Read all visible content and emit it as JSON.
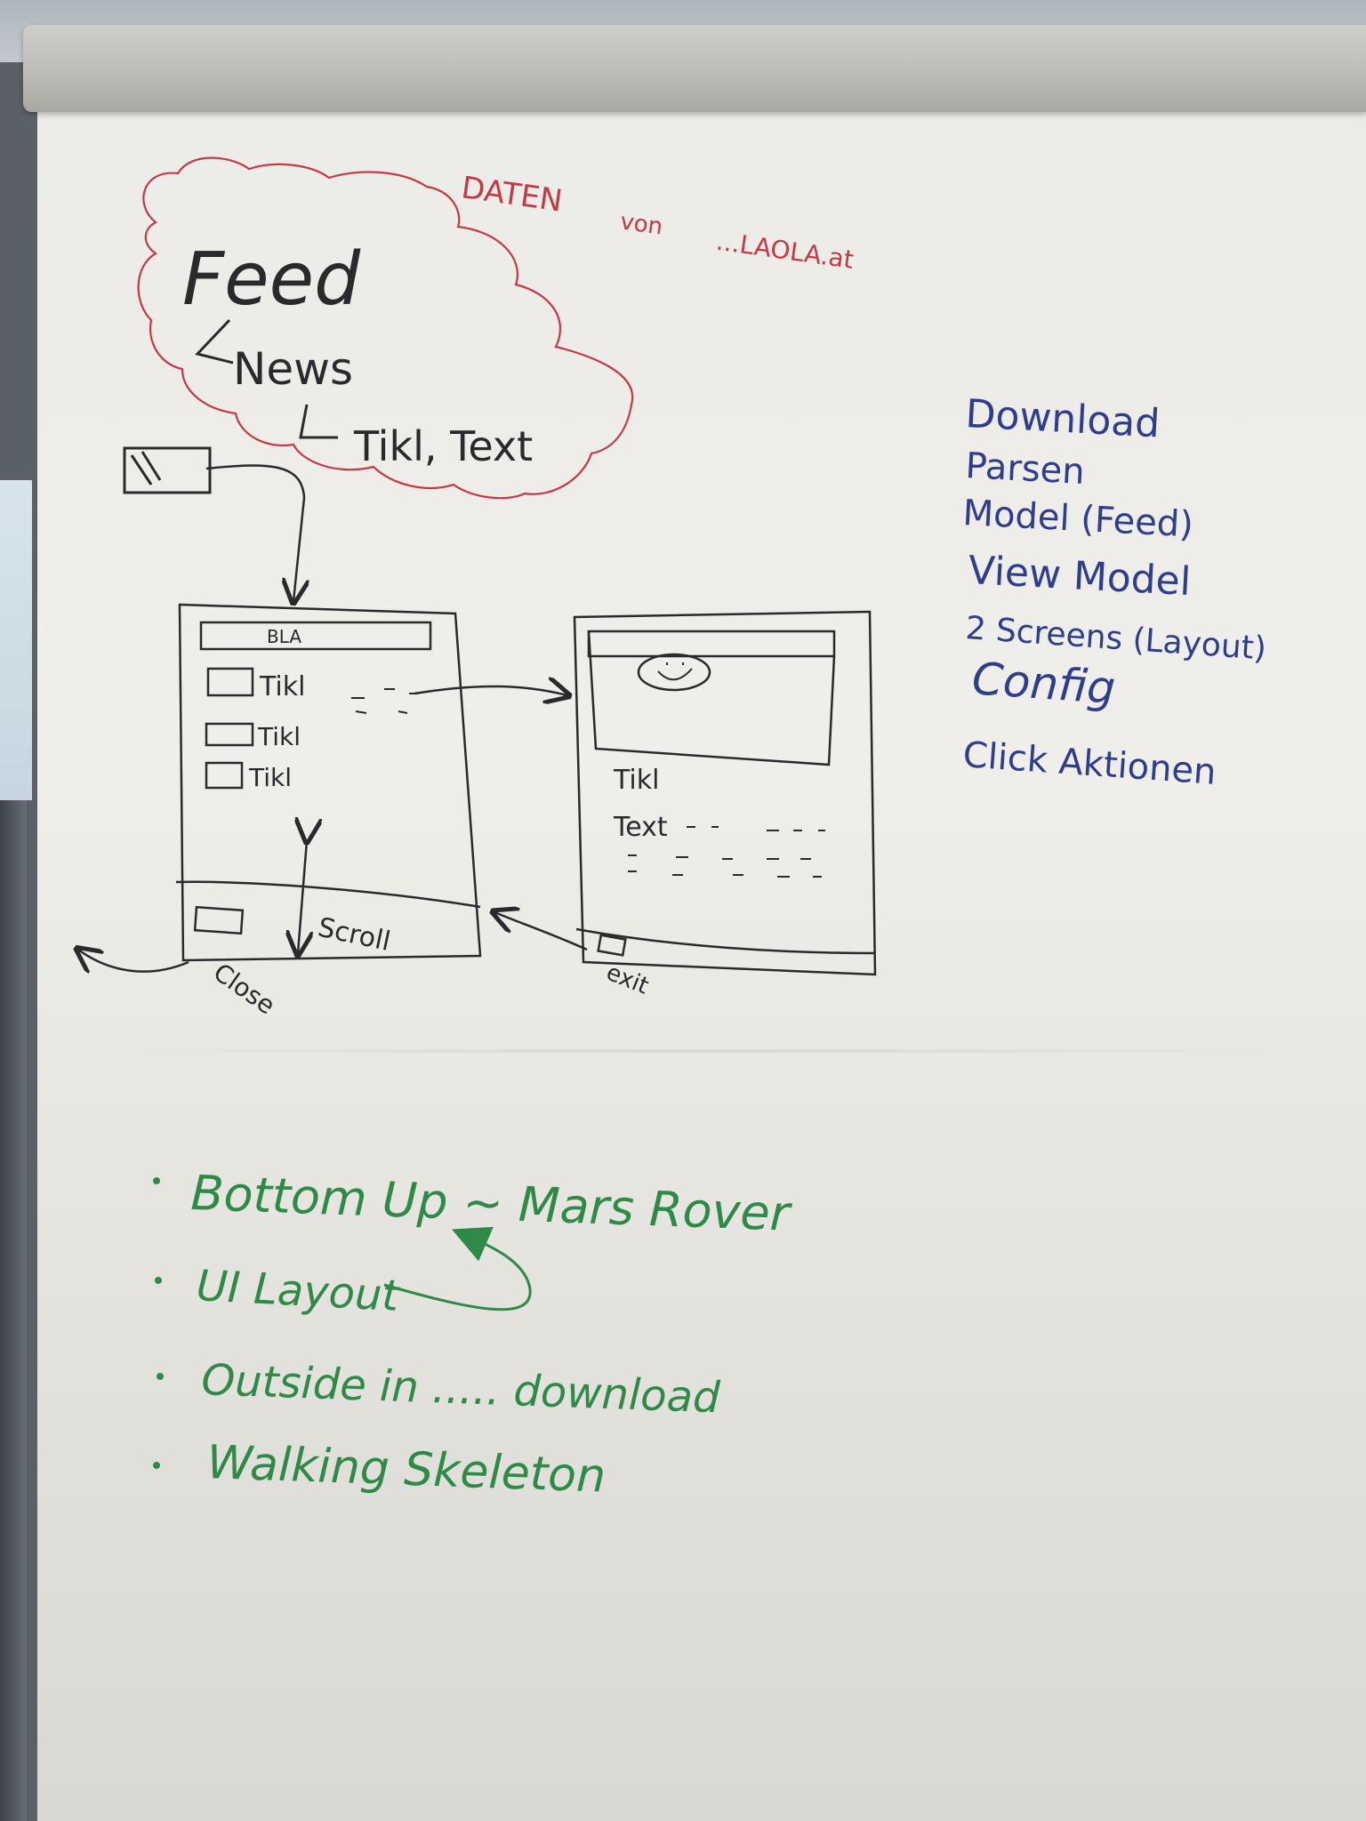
{
  "cloud": {
    "title": "Feed",
    "line2": "News",
    "line3": "Tikl, Text",
    "source_prefix": "DATEN",
    "source_mid": "von",
    "source_suffix": "...LAOLA.at"
  },
  "screen1": {
    "header": "BLA",
    "rows": [
      "Tikl",
      "Tikl",
      "Tikl"
    ],
    "scroll_label": "Scroll",
    "close_label": "Close"
  },
  "screen2": {
    "title_label": "Tikl",
    "text_label": "Text",
    "exit_label": "exit"
  },
  "tasks": [
    "Download",
    "Parsen",
    "Model (Feed)",
    "View Model",
    "2 Screens (Layout)",
    "Config",
    "Click Aktionen"
  ],
  "approaches": [
    "Bottom Up ~ Mars Rover",
    "UI Layout",
    "Outside in ..... download",
    "Walking Skeleton"
  ],
  "colors": {
    "red_marker": "#c43a44",
    "black_marker": "#2a2a2c",
    "blue_marker": "#2e3d8c",
    "green_marker": "#2e8a46"
  }
}
